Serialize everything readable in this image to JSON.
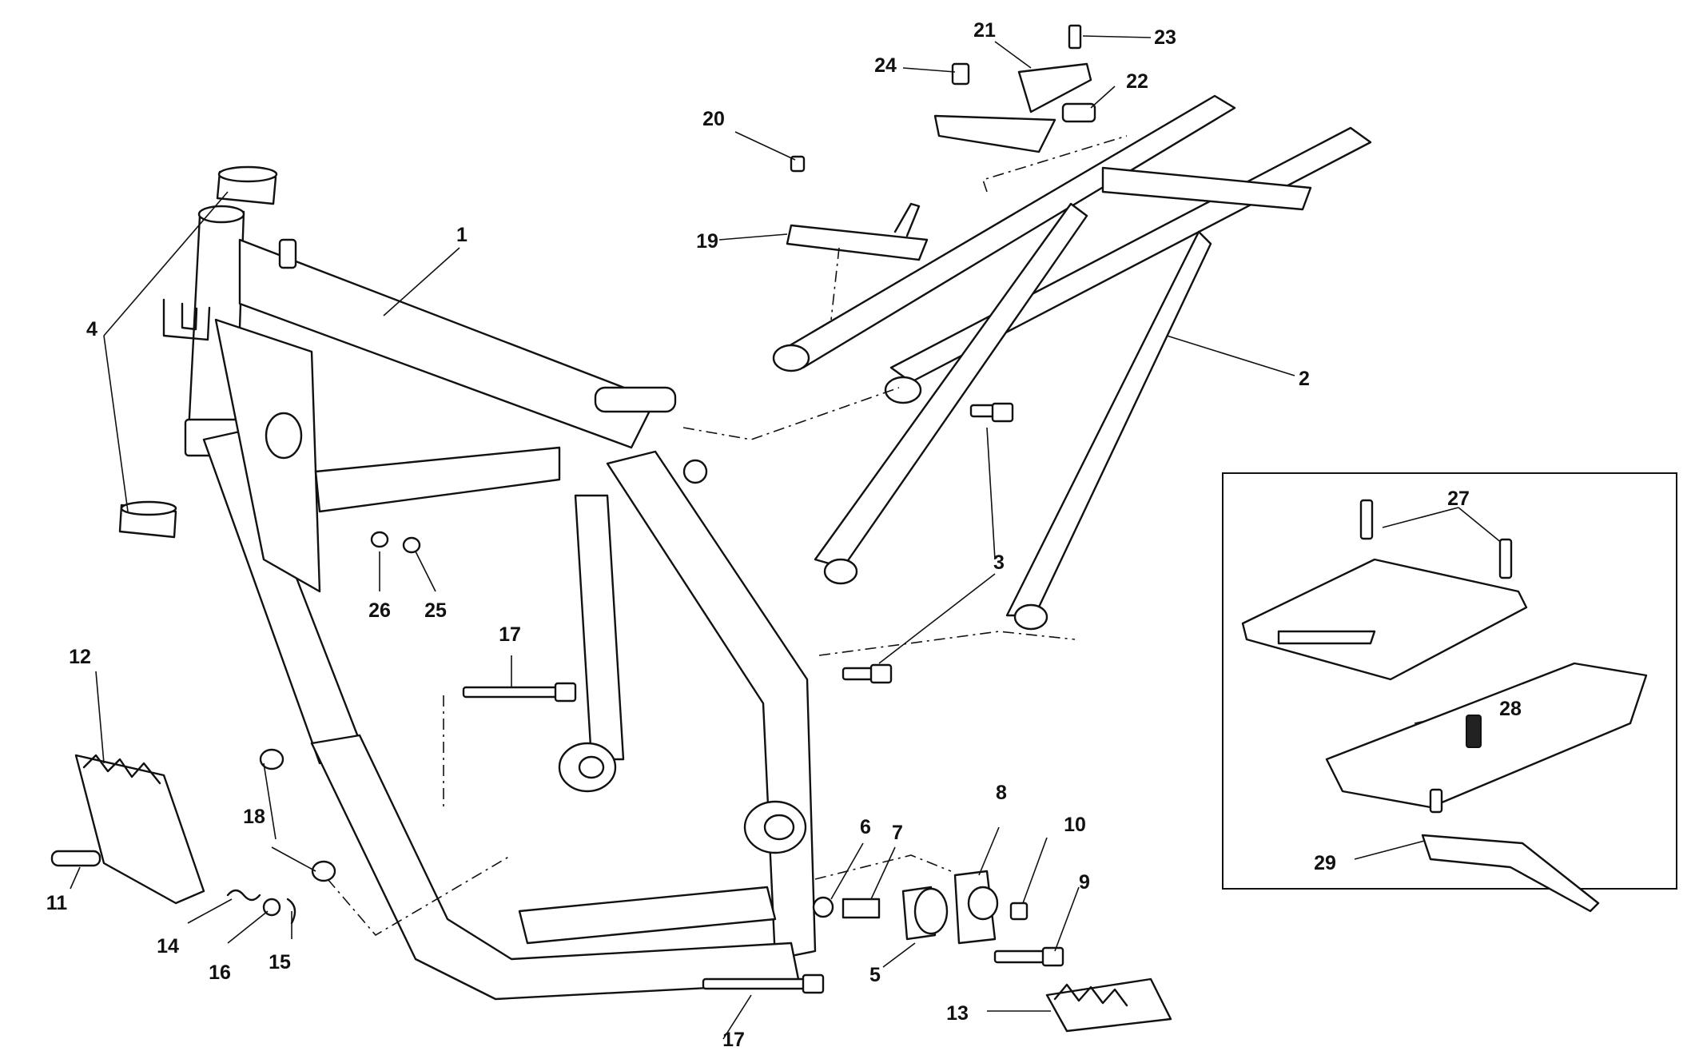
{
  "callouts": [
    {
      "id": "c1",
      "text": "1"
    },
    {
      "id": "c2",
      "text": "2"
    },
    {
      "id": "c3a",
      "text": "3"
    },
    {
      "id": "c4",
      "text": "4"
    },
    {
      "id": "c5",
      "text": "5"
    },
    {
      "id": "c6",
      "text": "6"
    },
    {
      "id": "c7",
      "text": "7"
    },
    {
      "id": "c8",
      "text": "8"
    },
    {
      "id": "c9",
      "text": "9"
    },
    {
      "id": "c10",
      "text": "10"
    },
    {
      "id": "c11",
      "text": "11"
    },
    {
      "id": "c12",
      "text": "12"
    },
    {
      "id": "c13",
      "text": "13"
    },
    {
      "id": "c14",
      "text": "14"
    },
    {
      "id": "c15",
      "text": "15"
    },
    {
      "id": "c16",
      "text": "16"
    },
    {
      "id": "c17a",
      "text": "17"
    },
    {
      "id": "c17b",
      "text": "17"
    },
    {
      "id": "c18",
      "text": "18"
    },
    {
      "id": "c19",
      "text": "19"
    },
    {
      "id": "c20",
      "text": "20"
    },
    {
      "id": "c21",
      "text": "21"
    },
    {
      "id": "c22",
      "text": "22"
    },
    {
      "id": "c23",
      "text": "23"
    },
    {
      "id": "c24",
      "text": "24"
    },
    {
      "id": "c25",
      "text": "25"
    },
    {
      "id": "c26",
      "text": "26"
    },
    {
      "id": "c27",
      "text": "27"
    },
    {
      "id": "c28",
      "text": "28"
    },
    {
      "id": "c29",
      "text": "29"
    }
  ]
}
